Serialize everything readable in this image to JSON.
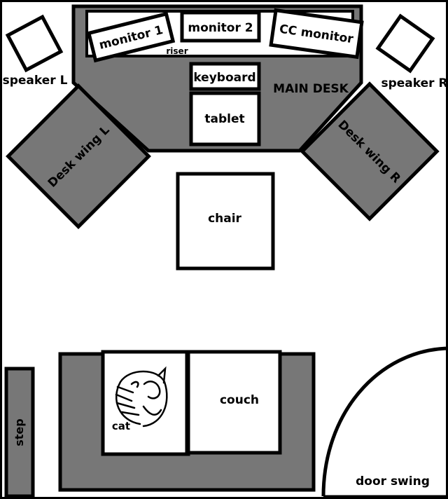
{
  "room": {
    "colors": {
      "furniture_fill": "#777777",
      "item_fill": "#ffffff",
      "stroke": "#000000"
    },
    "labels": {
      "speaker_left": "speaker L",
      "speaker_right": "speaker R",
      "monitor_1": "monitor 1",
      "monitor_2": "monitor 2",
      "cc_monitor": "CC monitor",
      "riser": "riser",
      "keyboard": "keyboard",
      "tablet": "tablet",
      "main_desk": "MAIN DESK",
      "desk_wing_left": "Desk wing L",
      "desk_wing_right": "Desk wing R",
      "chair": "chair",
      "couch": "couch",
      "cat": "cat",
      "step": "step",
      "door_swing": "door swing"
    }
  }
}
